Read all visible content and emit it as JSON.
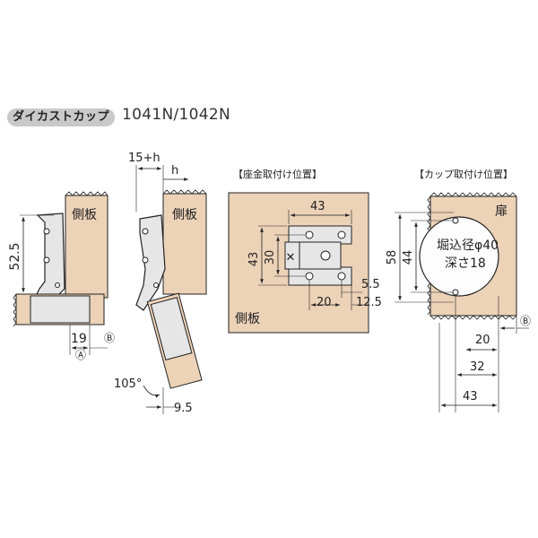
{
  "header": {
    "series_name": "ダイカストカップ",
    "model_numbers": "1041N/1042N"
  },
  "colors": {
    "panel": "#ecd2b7",
    "panel_dark": "#dcb896",
    "metal": "#e6e6e6",
    "line": "#222222",
    "tag_bg": "#c9c9c9"
  },
  "side_views": {
    "side_panel_label_left": "側板",
    "side_panel_label_right": "側板",
    "dim_height": "52.5",
    "dim_width": "19",
    "marker_b": "Ⓑ",
    "marker_a": "Ⓐ",
    "dim_offset": "15+h",
    "dim_h": "h",
    "dim_angle": "105°",
    "dim_bottom": "9.5"
  },
  "mounting_plate_position": {
    "title": "【座金取付け位置】",
    "panel_label": "側板",
    "dim_top": "43",
    "dim_outer_height": "43",
    "dim_inner_height": "30",
    "dim_small": "5.5",
    "dim_20": "20",
    "dim_12_5": "12.5"
  },
  "cup_position": {
    "title": "【カップ取付け位置】",
    "door_label": "扉",
    "boring_label": "堀込径φ40",
    "depth_label": "深さ18",
    "dim_58": "58",
    "dim_44": "44",
    "dim_20": "20",
    "dim_32": "32",
    "dim_43": "43",
    "marker_b": "Ⓑ"
  }
}
